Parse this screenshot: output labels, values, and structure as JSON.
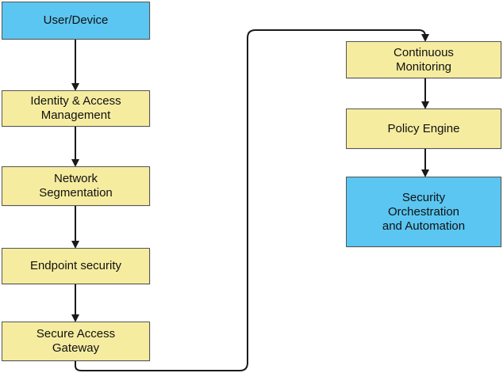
{
  "nodes": {
    "user_device": "User/Device",
    "identity_access": "Identity & Access\nManagement",
    "network_segmentation": "Network\nSegmentation",
    "endpoint_security": "Endpoint security",
    "secure_access_gateway": "Secure Access\nGateway",
    "continuous_monitoring": "Continuous\nMonitoring",
    "policy_engine": "Policy Engine",
    "security_orchestration": "Security\nOrchestration\nand Automation"
  },
  "colors": {
    "step_fill": "#f6eca0",
    "endpoint_fill": "#5bc6f1",
    "border": "#555555",
    "connector": "#1a1a1a"
  },
  "flow": [
    [
      "user_device",
      "identity_access"
    ],
    [
      "identity_access",
      "network_segmentation"
    ],
    [
      "network_segmentation",
      "endpoint_security"
    ],
    [
      "endpoint_security",
      "secure_access_gateway"
    ],
    [
      "secure_access_gateway",
      "continuous_monitoring"
    ],
    [
      "continuous_monitoring",
      "policy_engine"
    ],
    [
      "policy_engine",
      "security_orchestration"
    ]
  ]
}
